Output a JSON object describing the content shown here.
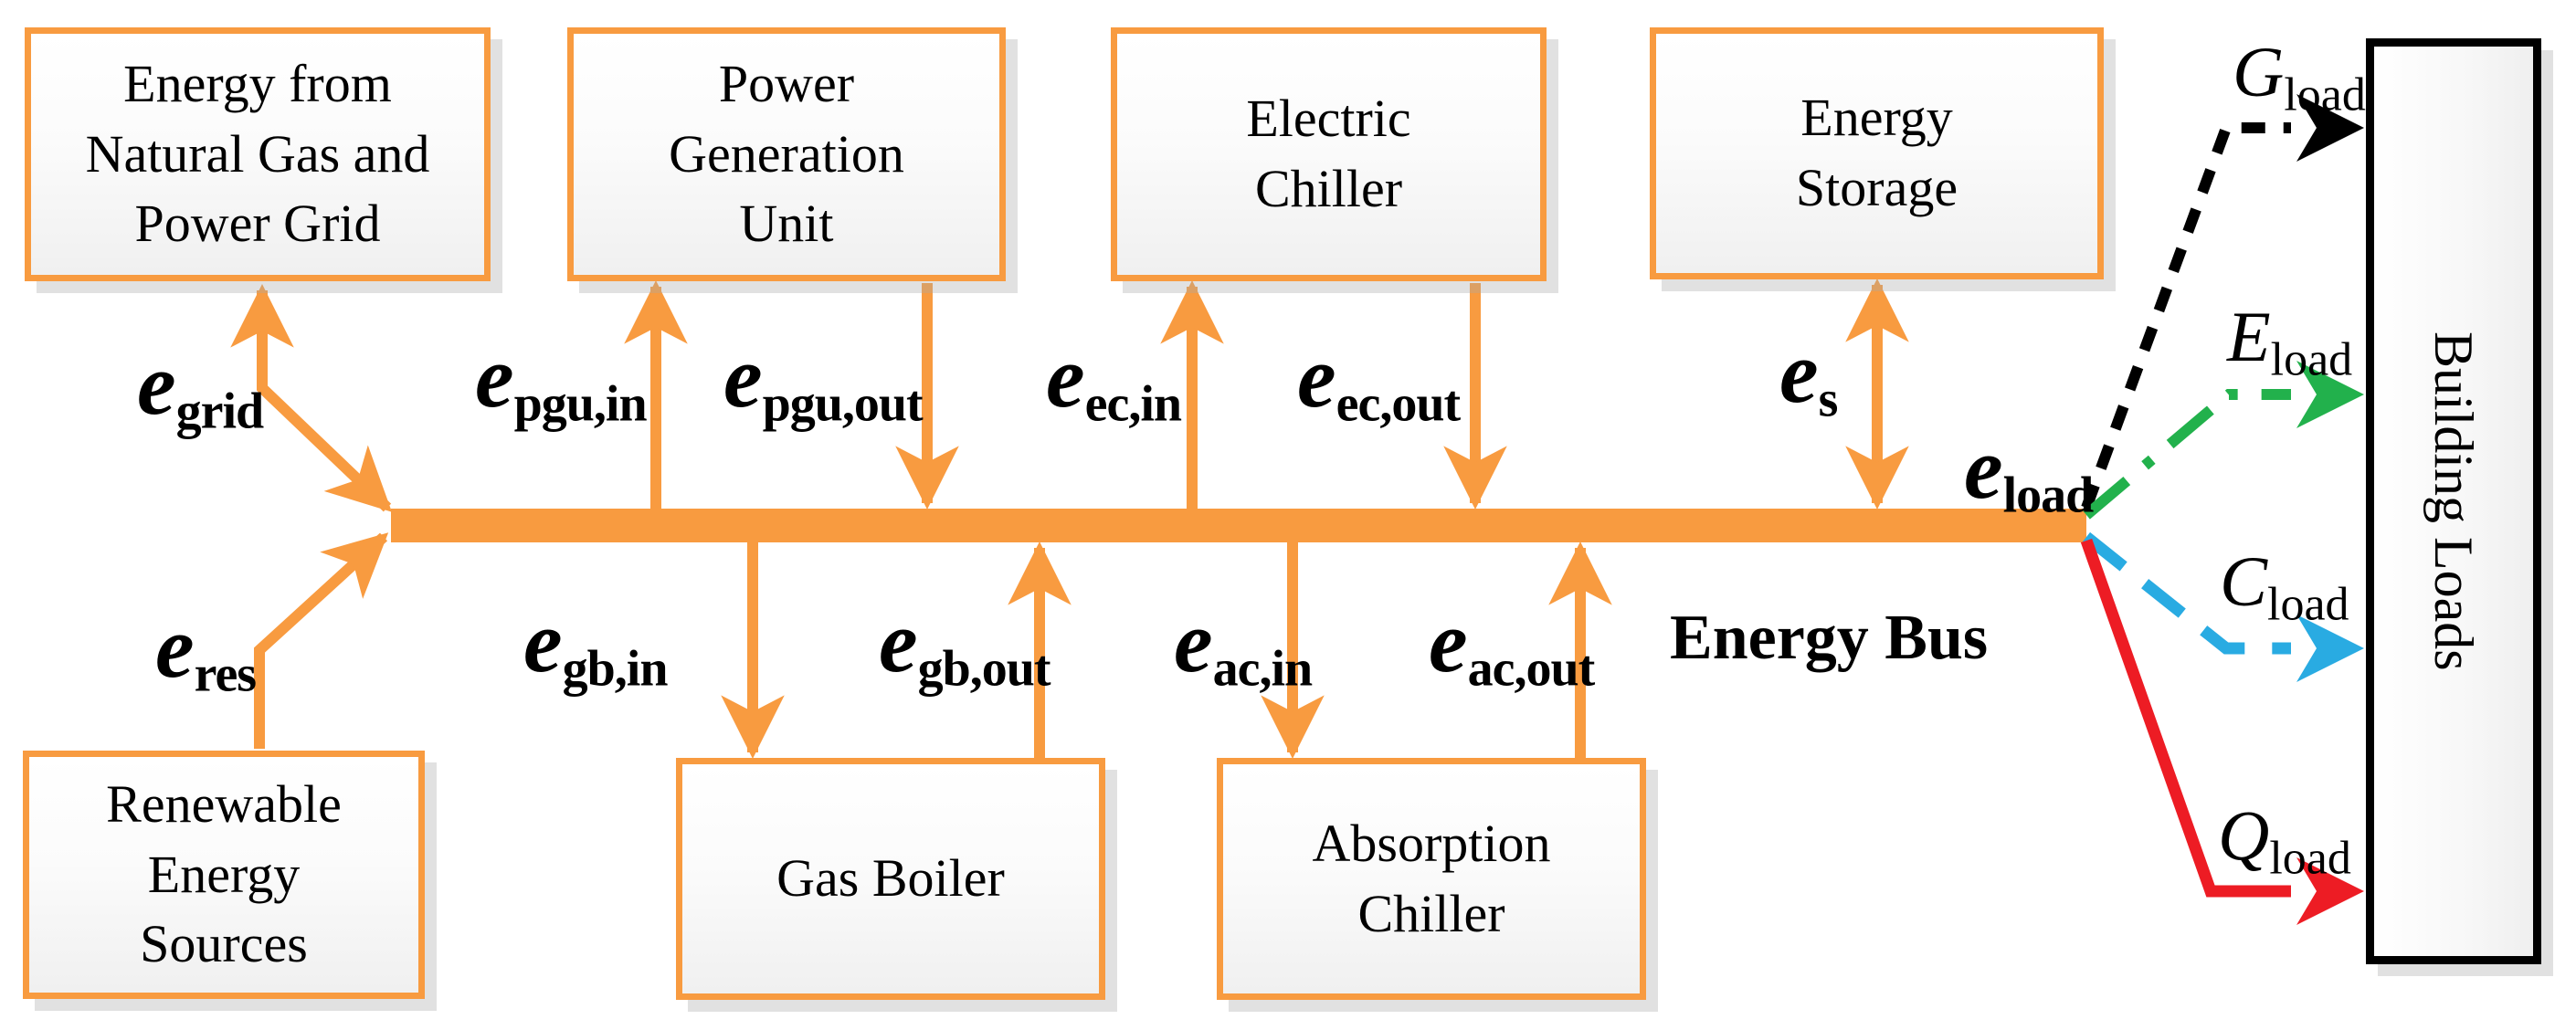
{
  "bus": {
    "label": "Energy Bus",
    "color": "#f89b40"
  },
  "nodes": {
    "natural_gas_grid": {
      "label": [
        "Energy from",
        "Natural Gas and",
        "Power Grid"
      ]
    },
    "power_generation_unit": {
      "label": [
        "Power",
        "Generation",
        "Unit"
      ]
    },
    "electric_chiller": {
      "label": [
        "Electric",
        "Chiller"
      ]
    },
    "energy_storage": {
      "label": [
        "Energy",
        "Storage"
      ]
    },
    "renewable_sources": {
      "label": [
        "Renewable",
        "Energy",
        "Sources"
      ]
    },
    "gas_boiler": {
      "label": "Gas Boiler"
    },
    "absorption_chiller": {
      "label": [
        "Absorption",
        "Chiller"
      ]
    },
    "building_loads": {
      "label": "Building Loads"
    }
  },
  "flows": {
    "e_grid": {
      "base": "e",
      "sub": "grid"
    },
    "e_res": {
      "base": "e",
      "sub": "res"
    },
    "e_pgu_in": {
      "base": "e",
      "sub": "pgu,in"
    },
    "e_pgu_out": {
      "base": "e",
      "sub": "pgu,out"
    },
    "e_ec_in": {
      "base": "e",
      "sub": "ec,in"
    },
    "e_ec_out": {
      "base": "e",
      "sub": "ec,out"
    },
    "e_s": {
      "base": "e",
      "sub": "s"
    },
    "e_gb_in": {
      "base": "e",
      "sub": "gb,in"
    },
    "e_gb_out": {
      "base": "e",
      "sub": "gb,out"
    },
    "e_ac_in": {
      "base": "e",
      "sub": "ac,in"
    },
    "e_ac_out": {
      "base": "e",
      "sub": "ac,out"
    },
    "e_load": {
      "base": "e",
      "sub": "load"
    }
  },
  "loads": {
    "g_load": {
      "base": "G",
      "sub": "load",
      "color": "#000000",
      "line_style": "dotted"
    },
    "e_load": {
      "base": "E",
      "sub": "load",
      "color": "#22b14c",
      "line_style": "dash-dot"
    },
    "c_load": {
      "base": "C",
      "sub": "load",
      "color": "#29abe2",
      "line_style": "dashed"
    },
    "q_load": {
      "base": "Q",
      "sub": "load",
      "color": "#ed1c24",
      "line_style": "solid"
    }
  },
  "colors": {
    "accent_orange": "#f89b40",
    "load_black": "#000000",
    "load_green": "#22b14c",
    "load_blue": "#29abe2",
    "load_red": "#ed1c24"
  }
}
